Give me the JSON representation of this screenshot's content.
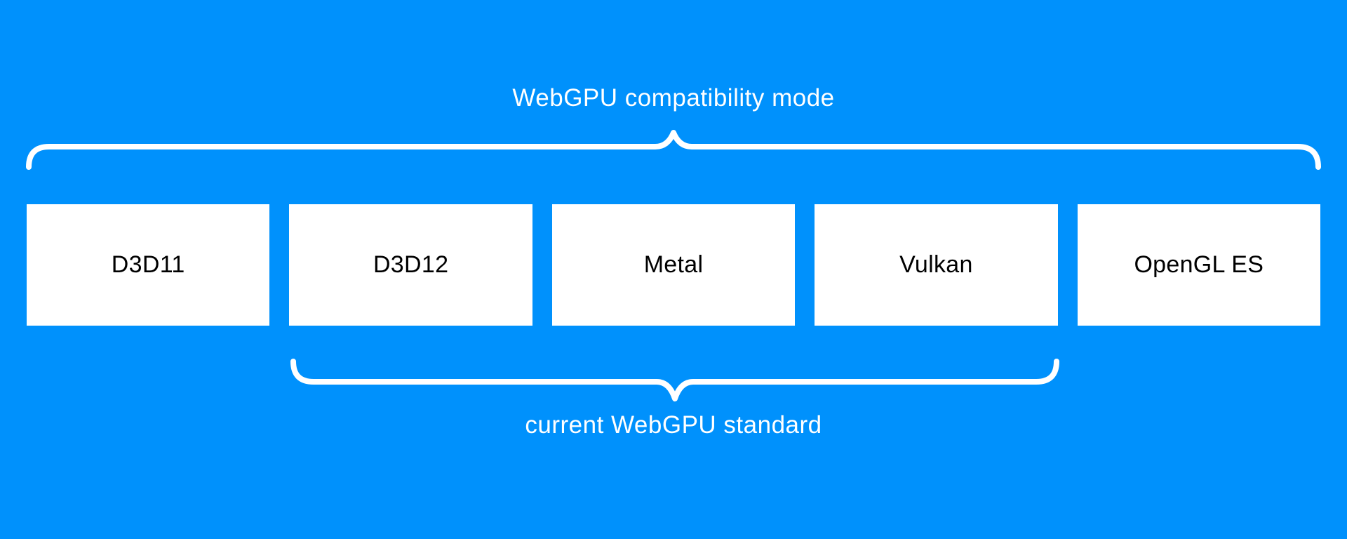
{
  "diagram": {
    "top_label": "WebGPU compatibility mode",
    "bottom_label": "current WebGPU standard",
    "boxes": [
      {
        "label": "D3D11"
      },
      {
        "label": "D3D12"
      },
      {
        "label": "Metal"
      },
      {
        "label": "Vulkan"
      },
      {
        "label": "OpenGL ES"
      }
    ],
    "colors": {
      "background": "#0091FC",
      "box_fill": "#FFFFFF",
      "box_text": "#000000",
      "label_text": "#FFFFFF",
      "brace": "#FFFFFF"
    }
  }
}
